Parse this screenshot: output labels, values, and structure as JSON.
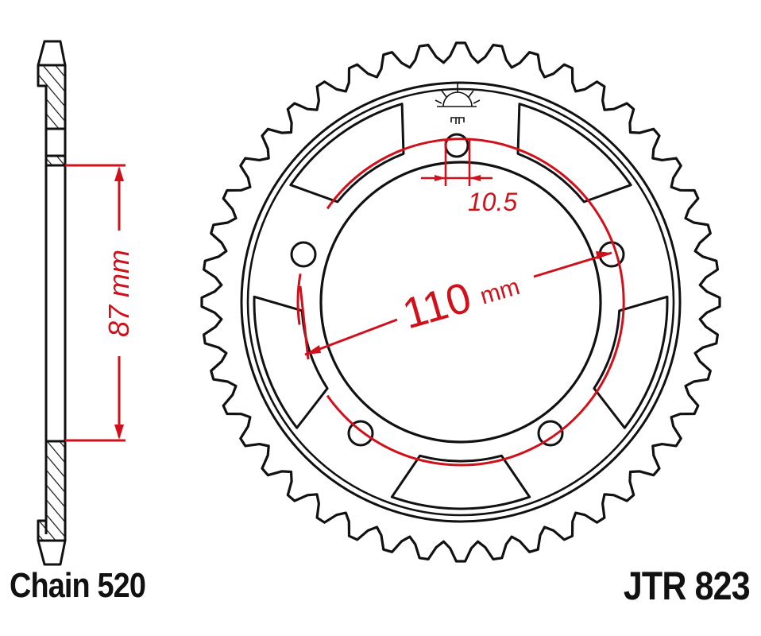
{
  "drawing": {
    "type": "rear sprocket technical drawing",
    "part_number": "JTR 823",
    "chain_label": "Chain 520",
    "dimensions": {
      "hub_height_label": "87 mm",
      "pcd_label_value": "110",
      "pcd_label_unit": "mm",
      "bolt_hole_label": "10.5"
    },
    "geometry": {
      "teeth": 44,
      "bolt_holes": 5,
      "lightening_windows": 5,
      "index_hole": 1
    },
    "colors": {
      "line": "#111111",
      "dimension": "#d0101a",
      "background": "#ffffff"
    }
  }
}
